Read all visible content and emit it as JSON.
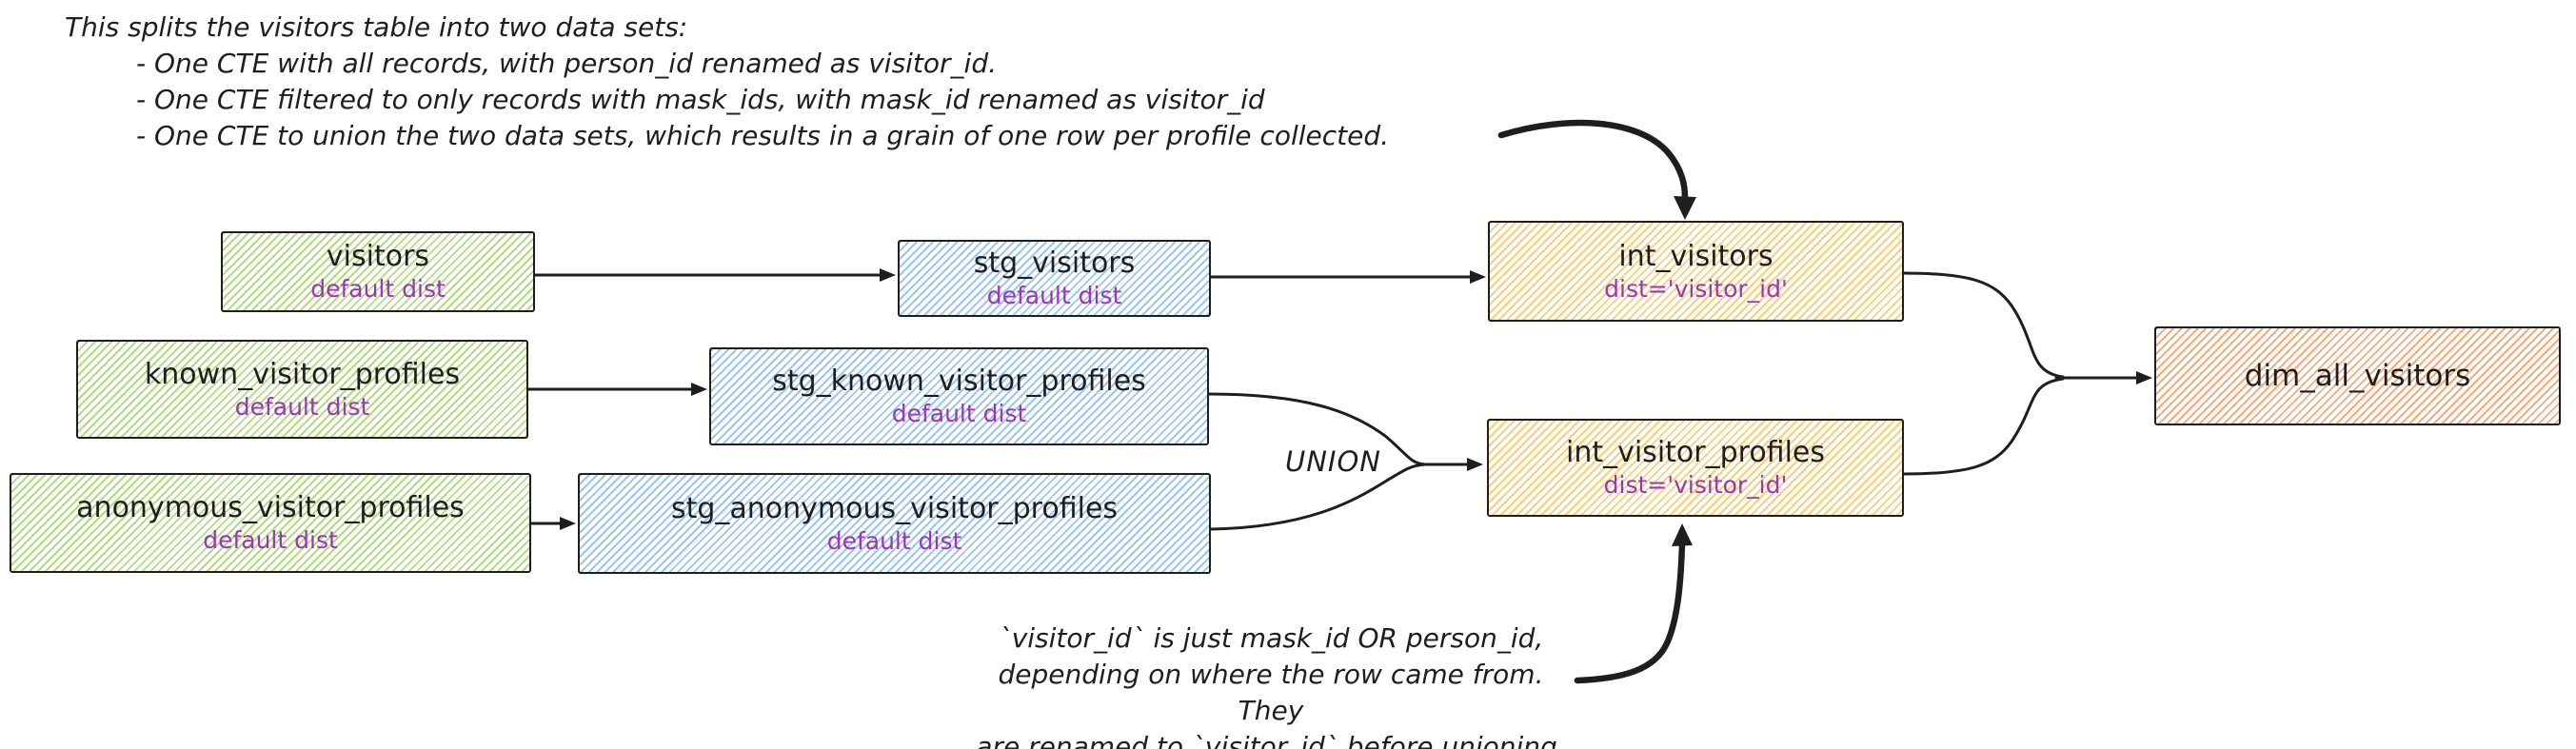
{
  "diagram": {
    "annotation_top": {
      "intro": "This splits the visitors table into two data sets:",
      "bullets": [
        "- One CTE with all records, with person_id renamed as visitor_id.",
        "- One CTE filtered to only records with mask_ids, with mask_id renamed as visitor_id",
        "- One CTE to union the two data sets, which results in a grain of one row per profile collected."
      ]
    },
    "annotation_bottom": {
      "lines": [
        "`visitor_id` is just mask_id OR person_id,",
        "depending on where the row came from. They",
        "are renamed to `visitor_id` before unioning."
      ]
    },
    "union_label": "UNION",
    "nodes": {
      "visitors": {
        "title": "visitors",
        "subtitle": "default dist"
      },
      "stg_visitors": {
        "title": "stg_visitors",
        "subtitle": "default dist"
      },
      "int_visitors": {
        "title": "int_visitors",
        "subtitle": "dist='visitor_id'"
      },
      "known_visitor_profiles": {
        "title": "known_visitor_profiles",
        "subtitle": "default dist"
      },
      "stg_known_visitor_profiles": {
        "title": "stg_known_visitor_profiles",
        "subtitle": "default dist"
      },
      "anonymous_visitor_profiles": {
        "title": "anonymous_visitor_profiles",
        "subtitle": "default dist"
      },
      "stg_anonymous_visitor_profiles": {
        "title": "stg_anonymous_visitor_profiles",
        "subtitle": "default dist"
      },
      "int_visitor_profiles": {
        "title": "int_visitor_profiles",
        "subtitle": "dist='visitor_id'"
      },
      "dim_all_visitors": {
        "title": "dim_all_visitors"
      }
    },
    "colors": {
      "source_green": "#b3dc84",
      "staging_blue": "#9cc7ef",
      "intermediate_yellow": "#f8d07a",
      "dim_orange": "#f5ad7e",
      "accent_purple": "#9c36b5",
      "ink": "#1e1e1e"
    }
  }
}
